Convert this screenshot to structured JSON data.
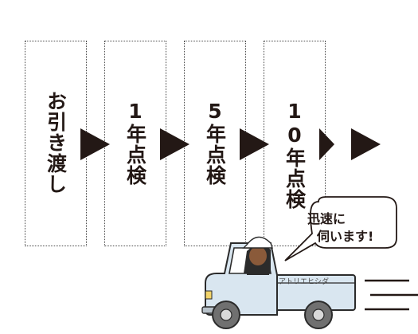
{
  "steps": [
    {
      "label": "お引き渡し"
    },
    {
      "label": "1年点検"
    },
    {
      "label": "5年点検"
    },
    {
      "label": "10年点検"
    }
  ],
  "speech_bubble": {
    "line1": "迅速に",
    "line2": "伺います!"
  },
  "truck": {
    "side_text": "アトリエヒシダ"
  },
  "colors": {
    "arrow": "#231815",
    "truck_body": "#d9e6f0",
    "truck_outline": "#2b2b2b",
    "wheel": "#707070",
    "speed_lines": "#231815"
  }
}
